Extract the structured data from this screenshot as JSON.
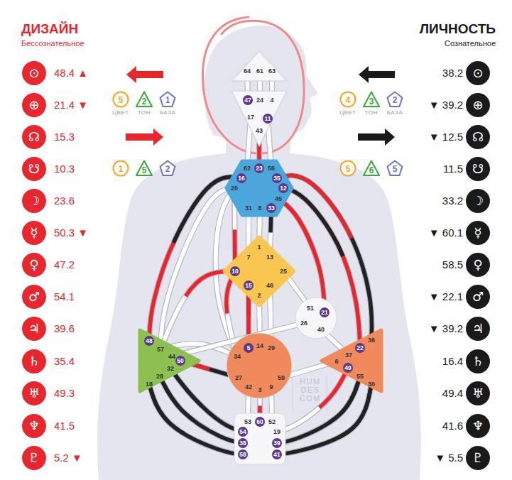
{
  "diagram": {
    "nodes": [
      {
        "text": [
          "64",
          "61",
          "63"
        ]
      },
      {
        "text": [
          "47",
          "24",
          "4",
          "17",
          "11",
          "43"
        ]
      },
      {
        "text": [
          "62",
          "23",
          "56",
          "16",
          "35",
          "20",
          "12",
          "45",
          "31",
          "8",
          "33"
        ]
      },
      {
        "text": [
          "1",
          "7",
          "13",
          "10",
          "25",
          "15",
          "46",
          "2"
        ]
      },
      {
        "text": [
          "51",
          "21",
          "26",
          "40"
        ]
      },
      {
        "text": [
          "48",
          "57",
          "44",
          "50",
          "32",
          "28",
          "18"
        ]
      },
      {
        "text": [
          "5",
          "14",
          "29",
          "34",
          "27",
          "59",
          "42",
          "3",
          "9"
        ]
      },
      {
        "text": [
          "36",
          "22",
          "37",
          "6",
          "49",
          "55",
          "30"
        ]
      },
      {
        "text": [
          "53",
          "60",
          "52",
          "54",
          "19",
          "38",
          "39",
          "58",
          "41"
        ]
      },
      {
        "text": [
          "5",
          "ЦВЕТ"
        ]
      },
      {
        "text": [
          "2",
          "ТОН"
        ]
      },
      {
        "text": [
          "1",
          "БАЗА"
        ]
      },
      {
        "text": [
          "1"
        ]
      },
      {
        "text": [
          "5"
        ]
      },
      {
        "text": [
          "2"
        ]
      },
      {
        "text": [
          "4",
          "ЦВЕТ"
        ]
      },
      {
        "text": [
          "3",
          "ТОН"
        ]
      },
      {
        "text": [
          "2",
          "БАЗА"
        ]
      },
      {
        "text": [
          "5"
        ]
      },
      {
        "text": [
          "6"
        ]
      },
      {
        "text": [
          "5"
        ]
      },
      {
        "text": [
          "⊙"
        ]
      },
      {
        "text": [
          "⊕"
        ]
      },
      {
        "text": [
          "☊"
        ]
      },
      {
        "text": [
          "☋"
        ]
      },
      {
        "text": [
          "☽"
        ]
      },
      {
        "text": [
          "☿"
        ]
      },
      {
        "text": [
          "♀"
        ]
      },
      {
        "text": [
          "♂"
        ]
      },
      {
        "text": [
          "♃"
        ]
      },
      {
        "text": [
          "♄"
        ]
      },
      {
        "text": [
          "♅"
        ]
      },
      {
        "text": [
          "♆"
        ]
      },
      {
        "text": [
          "♇"
        ]
      },
      {
        "text": [
          "⊙"
        ]
      },
      {
        "text": [
          "⊕"
        ]
      },
      {
        "text": [
          "☊"
        ]
      },
      {
        "text": [
          "☋"
        ]
      },
      {
        "text": [
          "☽"
        ]
      },
      {
        "text": [
          "☿"
        ]
      },
      {
        "text": [
          "♀"
        ]
      },
      {
        "text": [
          "♂"
        ]
      },
      {
        "text": [
          "♃"
        ]
      },
      {
        "text": [
          "♄"
        ]
      },
      {
        "text": [
          "♅"
        ]
      },
      {
        "text": [
          "♆"
        ]
      },
      {
        "text": [
          "♇"
        ]
      }
    ],
    "edges": [
      {
        "from": 0,
        "to": 1,
        "arrow": "none"
      },
      {
        "from": 0,
        "to": 1,
        "arrow": "none"
      },
      {
        "from": 0,
        "to": 1,
        "arrow": "none"
      },
      {
        "from": 1,
        "to": 2,
        "arrow": "none"
      },
      {
        "from": 1,
        "to": 2,
        "arrow": "none"
      },
      {
        "from": 1,
        "to": 2,
        "arrow": "none"
      },
      {
        "from": 2,
        "to": 3,
        "arrow": "none"
      },
      {
        "from": 2,
        "to": 3,
        "arrow": "none"
      },
      {
        "from": 2,
        "to": 3,
        "arrow": "none"
      },
      {
        "from": 2,
        "to": 3,
        "arrow": "none"
      },
      {
        "from": 2,
        "to": 5,
        "arrow": "none"
      },
      {
        "from": 2,
        "to": 5,
        "arrow": "none"
      },
      {
        "from": 2,
        "to": 6,
        "arrow": "none"
      },
      {
        "from": 2,
        "to": 7,
        "arrow": "none"
      },
      {
        "from": 2,
        "to": 7,
        "arrow": "none"
      },
      {
        "from": 2,
        "to": 4,
        "arrow": "none"
      },
      {
        "from": 3,
        "to": 4,
        "arrow": "none"
      },
      {
        "from": 3,
        "to": 6,
        "arrow": "none"
      },
      {
        "from": 3,
        "to": 6,
        "arrow": "none"
      },
      {
        "from": 3,
        "to": 6,
        "arrow": "none"
      },
      {
        "from": 3,
        "to": 5,
        "arrow": "none"
      },
      {
        "from": 3,
        "to": 6,
        "arrow": "none"
      },
      {
        "from": 5,
        "to": 6,
        "arrow": "none"
      },
      {
        "from": 5,
        "to": 6,
        "arrow": "none"
      },
      {
        "from": 4,
        "to": 5,
        "arrow": "none"
      },
      {
        "from": 4,
        "to": 7,
        "arrow": "none"
      },
      {
        "from": 6,
        "to": 7,
        "arrow": "none"
      },
      {
        "from": 6,
        "to": 8,
        "arrow": "none"
      },
      {
        "from": 6,
        "to": 8,
        "arrow": "none"
      },
      {
        "from": 6,
        "to": 8,
        "arrow": "none"
      },
      {
        "from": 5,
        "to": 8,
        "arrow": "none"
      },
      {
        "from": 5,
        "to": 8,
        "arrow": "none"
      },
      {
        "from": 5,
        "to": 8,
        "arrow": "none"
      },
      {
        "from": 7,
        "to": 8,
        "arrow": "none"
      },
      {
        "from": 7,
        "to": 8,
        "arrow": "none"
      },
      {
        "from": 7,
        "to": 8,
        "arrow": "none"
      }
    ],
    "labels": [
      "ДИЗАЙН",
      "Бессознательное",
      "ЛИЧНОСТЬ",
      "Сознательное",
      "48.4 ▲",
      "21.4 ▼",
      "15.3",
      "10.3",
      "23.6",
      "50.3 ▼",
      "47.2",
      "54.1",
      "39.6",
      "35.4",
      "49.3",
      "41.5",
      "5.2 ▼",
      "38.2",
      "▼ 39.2",
      "▼ 12.5",
      "11.5",
      "33.2",
      "▼ 60.1",
      "58.5",
      "▼ 22.1",
      "▼ 39.2",
      "16.4",
      "49.4",
      "41.6",
      "▼ 5.5",
      "HUM DES COM"
    ]
  }
}
